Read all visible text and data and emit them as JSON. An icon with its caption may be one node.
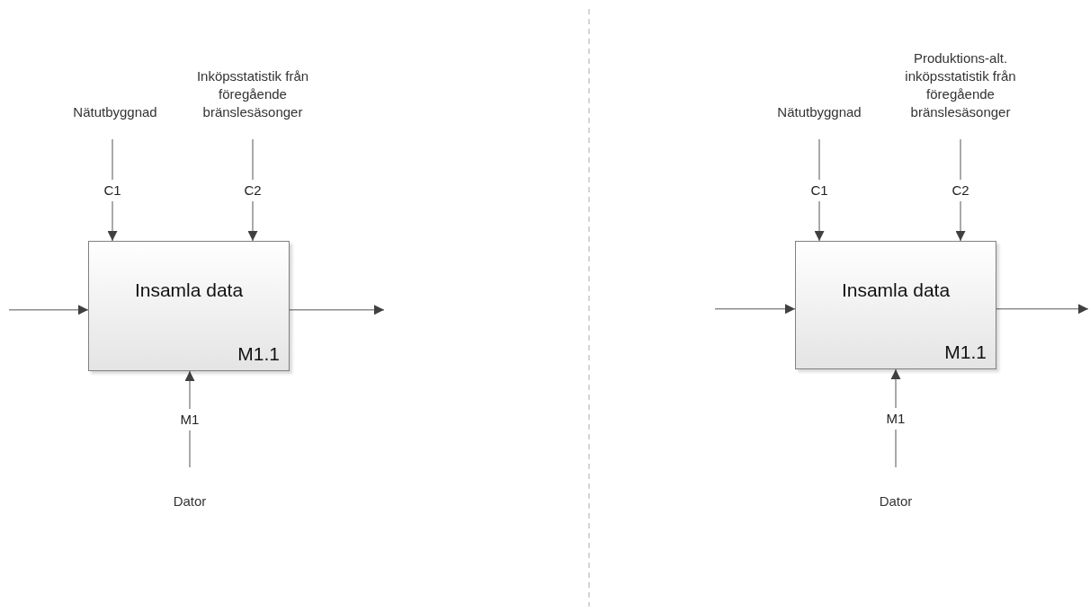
{
  "diagram": {
    "nodes": [
      {
        "text": [
          "Nätutbyggnad"
        ]
      },
      {
        "text": [
          "Inköpsstatistik från föregående bränslesäsonger"
        ]
      },
      {
        "text": [
          "Insamla data",
          "M1.1"
        ]
      },
      {
        "text": [
          "Dator"
        ]
      },
      {
        "text": [
          "Nätutbyggnad"
        ]
      },
      {
        "text": [
          "Produktions-alt. inköpsstatistik från föregående bränslesäsonger"
        ]
      },
      {
        "text": [
          "Insamla data",
          "M1.1"
        ]
      },
      {
        "text": [
          "Dator"
        ]
      }
    ],
    "edges": [
      {
        "from": 0,
        "to": 2,
        "arrow": "to",
        "label": "C1"
      },
      {
        "from": 1,
        "to": 2,
        "arrow": "to",
        "label": "C2"
      },
      {
        "from": null,
        "to": 2,
        "arrow": "to"
      },
      {
        "from": 2,
        "to": null,
        "arrow": "to"
      },
      {
        "from": 3,
        "to": 2,
        "arrow": "to",
        "label": "M1"
      },
      {
        "from": 4,
        "to": 6,
        "arrow": "to",
        "label": "C1"
      },
      {
        "from": 5,
        "to": 6,
        "arrow": "to",
        "label": "C2"
      },
      {
        "from": null,
        "to": 6,
        "arrow": "to"
      },
      {
        "from": 6,
        "to": null,
        "arrow": "to"
      },
      {
        "from": 7,
        "to": 6,
        "arrow": "to",
        "label": "M1"
      }
    ]
  }
}
